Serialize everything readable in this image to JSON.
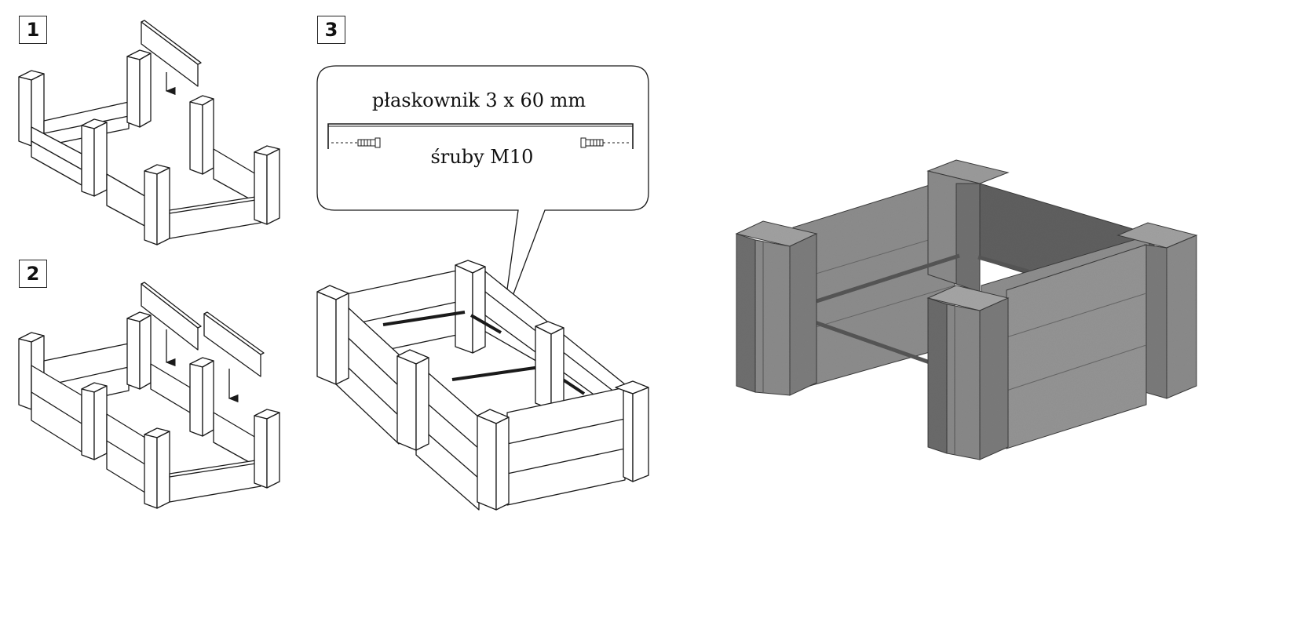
{
  "steps": [
    {
      "number": "1"
    },
    {
      "number": "2"
    },
    {
      "number": "3"
    }
  ],
  "callout": {
    "flat_bar_label": "płaskownik 3 x 60 mm",
    "bolts_label": "śruby M10"
  },
  "colors": {
    "line": "#1a1a1a",
    "panel_fill": "#ffffff",
    "render_light": "#9a9a9a",
    "render_mid": "#7f7f7f",
    "render_dark": "#5c5c5c",
    "rod": "#1a1a1a"
  }
}
